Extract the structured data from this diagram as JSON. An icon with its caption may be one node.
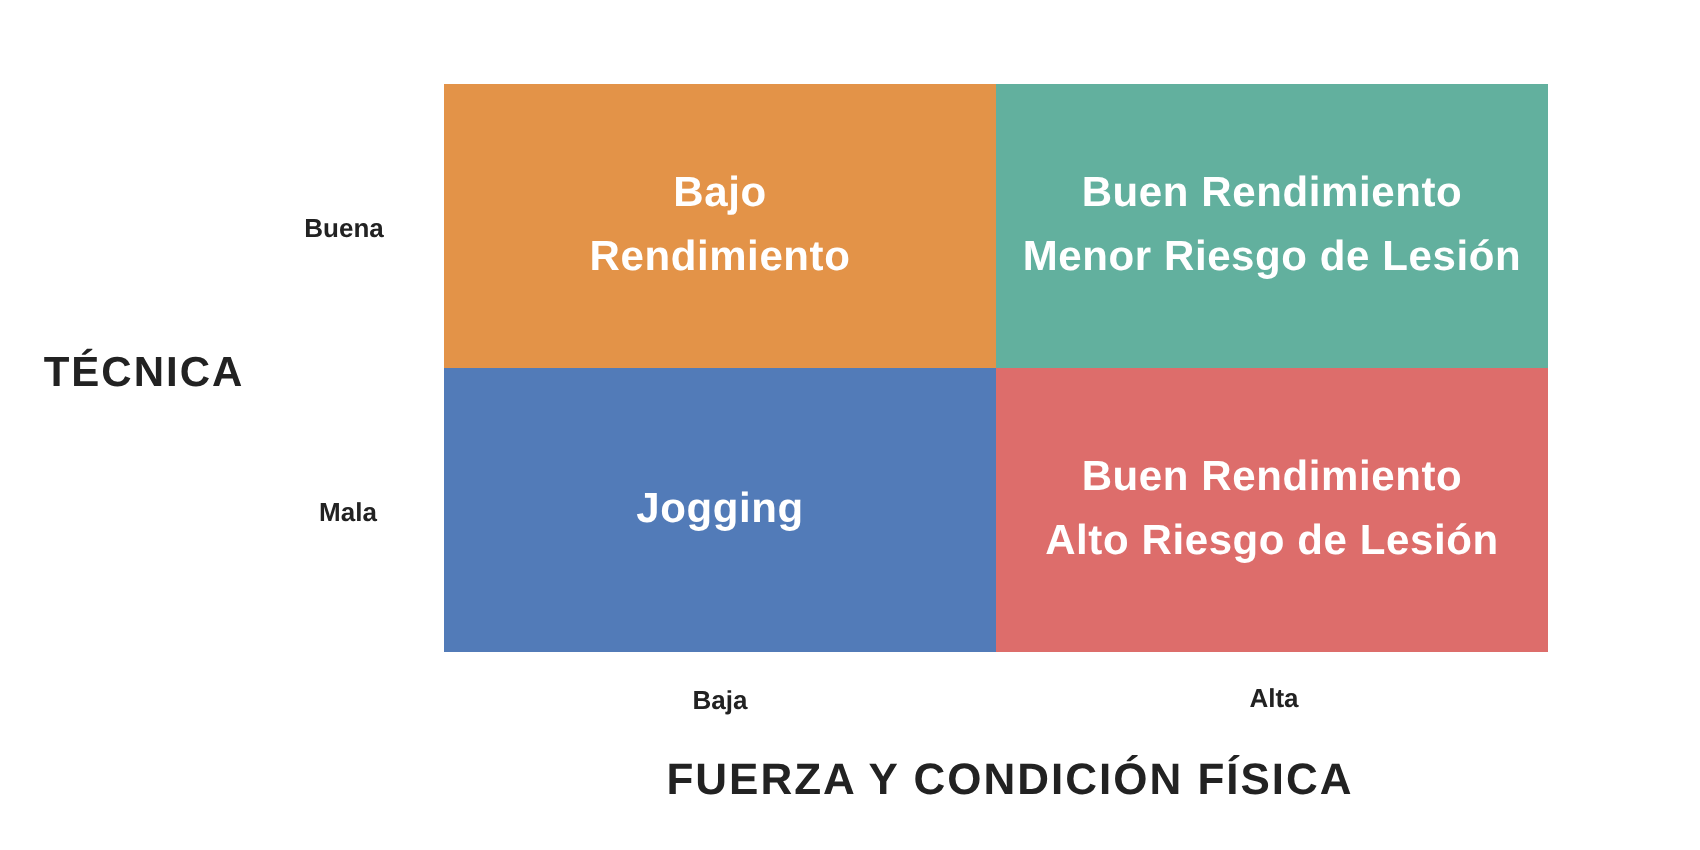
{
  "diagram": {
    "nodes": [
      {
        "text": [
          "Bajo Rendimiento"
        ]
      },
      {
        "text": [
          "Buen Rendimiento",
          "Menor Riesgo de Lesión"
        ]
      },
      {
        "text": [
          "Jogging"
        ]
      },
      {
        "text": [
          "Buen Rendimiento",
          "Alto Riesgo de Lesión"
        ]
      }
    ],
    "edges": [],
    "labels": [
      "Buena",
      "TÉCNICA",
      "Mala",
      "Baja",
      "Alta",
      "FUERZA Y CONDICIÓN FÍSICA"
    ]
  }
}
